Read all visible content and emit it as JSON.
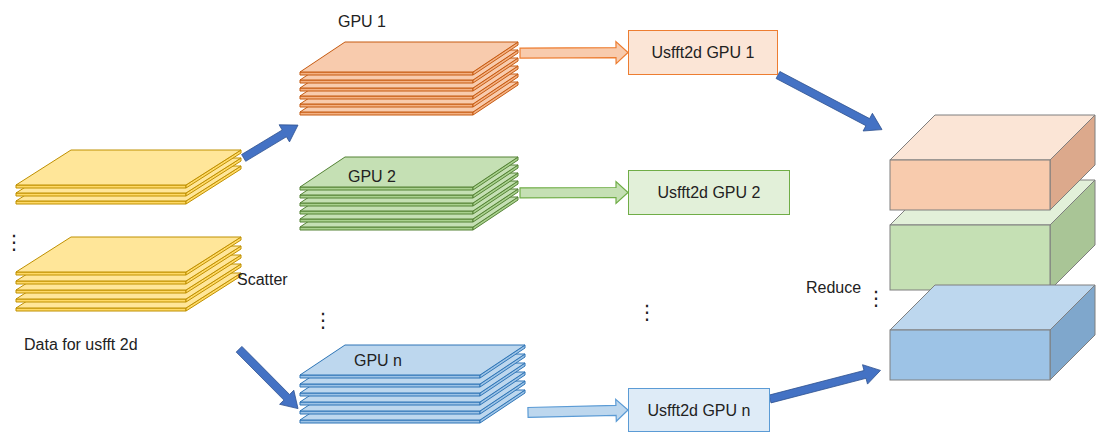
{
  "diagram": {
    "nodes": [
      {
        "text": [
          "Data for usfft 2d"
        ]
      },
      {
        "text": [
          "GPU 1"
        ]
      },
      {
        "text": [
          "GPU 2"
        ]
      },
      {
        "text": [
          "GPU n"
        ]
      },
      {
        "text": [
          "Usfft2d GPU 1"
        ]
      },
      {
        "text": [
          "Usfft2d GPU 2"
        ]
      },
      {
        "text": [
          "Usfft2d GPU n"
        ]
      },
      {
        "text": [
          "Reduce"
        ]
      }
    ],
    "edges": [
      {
        "from": 0,
        "to": 1,
        "arrow": "to"
      },
      {
        "from": 0,
        "to": 3,
        "arrow": "to"
      },
      {
        "from": 1,
        "to": 4,
        "arrow": "to"
      },
      {
        "from": 2,
        "to": 5,
        "arrow": "to"
      },
      {
        "from": 3,
        "to": 6,
        "arrow": "to"
      },
      {
        "from": 4,
        "to": 7,
        "arrow": "to"
      },
      {
        "from": 6,
        "to": 7,
        "arrow": "to"
      }
    ],
    "labels": [
      "⋮",
      "Scatter",
      "⋮",
      "⋮",
      "⋮"
    ]
  }
}
